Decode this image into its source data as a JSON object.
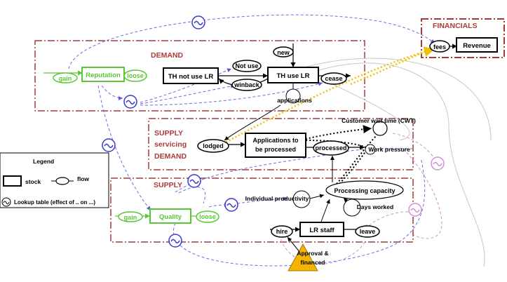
{
  "sectors": {
    "financials": "FINANCIALS",
    "demand": "DEMAND",
    "supply_servicing_line1": "SUPPLY",
    "supply_servicing_line2": "servicing",
    "supply_servicing_line3": "DEMAND",
    "supply": "SUPPLY"
  },
  "stocks": {
    "revenue": "Revenue",
    "reputation": "Reputation",
    "th_not_use_lr": "TH not use LR",
    "th_use_lr": "TH use LR",
    "applications_line1": "Applications to",
    "applications_line2": "be processed",
    "quality": "Quality",
    "lr_staff": "LR staff"
  },
  "flows": {
    "fees": "fees",
    "gain_reputation": "gain",
    "loose_reputation": "loose",
    "new": "new",
    "not_use": "Not use",
    "winback": "winback",
    "cease": "cease",
    "lodged": "lodged",
    "processed": "processed",
    "gain_quality": "gain",
    "loose_quality": "loose",
    "hire": "hire",
    "leave": "leave"
  },
  "variables": {
    "applications": "applications",
    "customer_wait_time": "Customer wait time (CWT)",
    "work_pressure": "Work pressure",
    "individual_productivity": "Individual productivity",
    "processing_capacity": "Processing capacity",
    "days_worked": "Days worked",
    "approval_line1": "Approval &",
    "approval_line2": "financed"
  },
  "legend": {
    "title": "Legend",
    "stock": "stock",
    "flow": "flow",
    "lookup": "Lookup table (effect of .. on ...)"
  },
  "colors": {
    "sector_border": "#a03c3c",
    "sector_title": "#b03a3a",
    "reputation_green": "#59c734",
    "lookup_blue": "#3a3acc",
    "lookup_pink": "#d090d0",
    "causal_blue": "#6a6ae6",
    "causal_yellow": "#f0c000",
    "approval_fill": "#f4b400"
  }
}
